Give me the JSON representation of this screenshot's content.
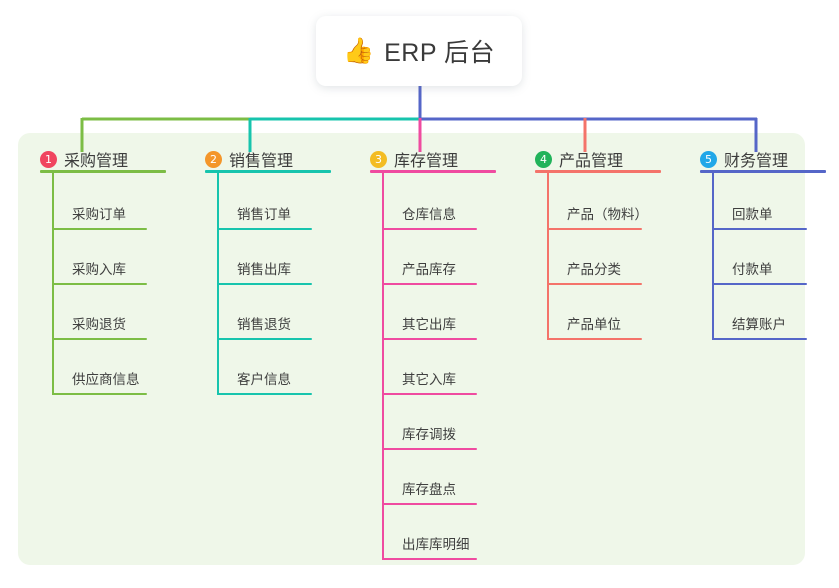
{
  "root": {
    "icon": "thumbs-up-icon",
    "icon_glyph": "👍",
    "title": "ERP 后台"
  },
  "palette": {
    "panel_bg": "#eff7e9",
    "card_bg": "#ffffff",
    "page_bg": "#ffffff",
    "bus_green": "#7cbd45",
    "bus_teal": "#17c4ad",
    "bus_blue": "#5566c8",
    "text": "#3c3c3c"
  },
  "columns": [
    {
      "index": "1",
      "title": "采购管理",
      "badge_color": "#f0455f",
      "line_color": "#7cbd45",
      "leaves": [
        "采购订单",
        "采购入库",
        "采购退货",
        "供应商信息"
      ]
    },
    {
      "index": "2",
      "title": "销售管理",
      "badge_color": "#f4962a",
      "line_color": "#17c4ad",
      "leaves": [
        "销售订单",
        "销售出库",
        "销售退货",
        "客户信息"
      ]
    },
    {
      "index": "3",
      "title": "库存管理",
      "badge_color": "#f3bc23",
      "line_color": "#ef4ba0",
      "leaves": [
        "仓库信息",
        "产品库存",
        "其它出库",
        "其它入库",
        "库存调拨",
        "库存盘点",
        "出库库明细"
      ]
    },
    {
      "index": "4",
      "title": "产品管理",
      "badge_color": "#21b35a",
      "line_color": "#f4736a",
      "leaves": [
        "产品（物料）",
        "产品分类",
        "产品单位"
      ]
    },
    {
      "index": "5",
      "title": "财务管理",
      "badge_color": "#21a7e8",
      "line_color": "#5566c8",
      "leaves": [
        "回款单",
        "付款单",
        "结算账户"
      ]
    }
  ]
}
